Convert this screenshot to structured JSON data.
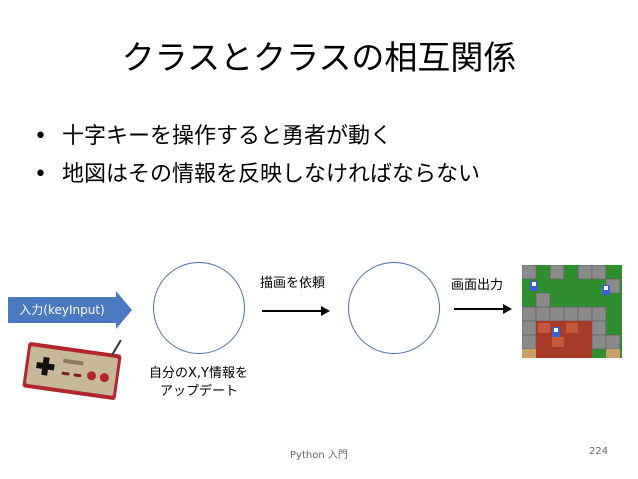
{
  "slide": {
    "title": "クラスとクラスの相互関係",
    "bullets": [
      "十字キーを操作すると勇者が動く",
      "地図はその情報を反映しなければならない"
    ],
    "bullet_symbol": "•"
  },
  "diagram": {
    "input_label": "入力(keyInput)",
    "update_label_line1": "自分のX,Y情報を",
    "update_label_line2": "アップデート",
    "draw_request_label": "描画を依頼",
    "screen_output_label": "画面出力",
    "circle_border_color": "#4a6fa5",
    "input_box_color": "#4a79c2"
  },
  "footer": {
    "center_text": "Python 入門",
    "page_number": "224"
  }
}
